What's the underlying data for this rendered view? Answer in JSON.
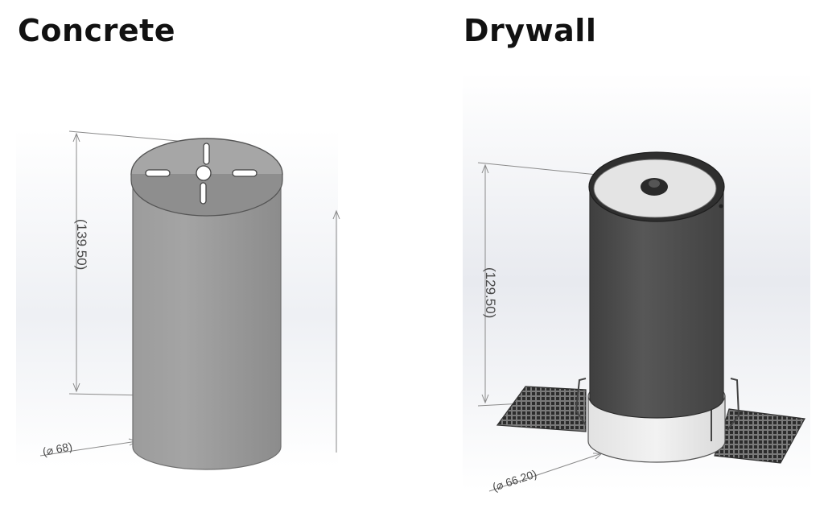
{
  "panels": {
    "left": {
      "title": "Concrete",
      "height_dimension": "(139.50)",
      "diameter_dimension": "(⌀ 68)"
    },
    "right": {
      "title": "Drywall",
      "height_dimension": "(129.50)",
      "diameter_dimension": "(⌀ 66.20)"
    }
  },
  "colors": {
    "background": "#ffffff",
    "title_text": "#111111",
    "concrete_body": "#9a9a9a",
    "drywall_body": "#4e4e4e",
    "drywall_collar": "#e9e9e9",
    "dimension_line": "#8a8a8a"
  }
}
